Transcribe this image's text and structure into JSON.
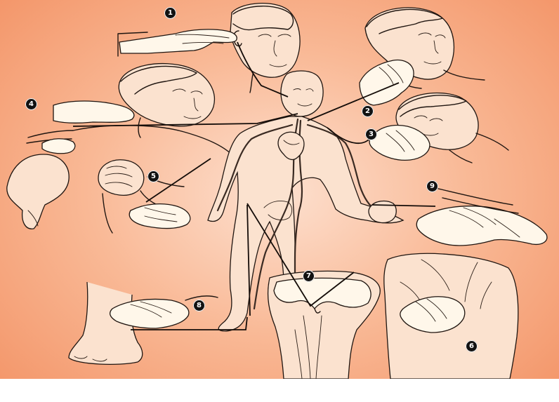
{
  "markers": [
    {
      "id": "site-1",
      "label": "1"
    },
    {
      "id": "site-2",
      "label": "2"
    },
    {
      "id": "site-3",
      "label": "3"
    },
    {
      "id": "site-4",
      "label": "4"
    },
    {
      "id": "site-5",
      "label": "5"
    },
    {
      "id": "site-6",
      "label": "6"
    },
    {
      "id": "site-7",
      "label": "7"
    },
    {
      "id": "site-8",
      "label": "8"
    },
    {
      "id": "site-9",
      "label": "9"
    }
  ],
  "colors": {
    "background_center": "#fde0cf",
    "background_edge": "#f39467",
    "ink": "#1f1510",
    "glove": "#fff7ea",
    "marker_fill": "#121212",
    "marker_text": "#ffffff"
  }
}
